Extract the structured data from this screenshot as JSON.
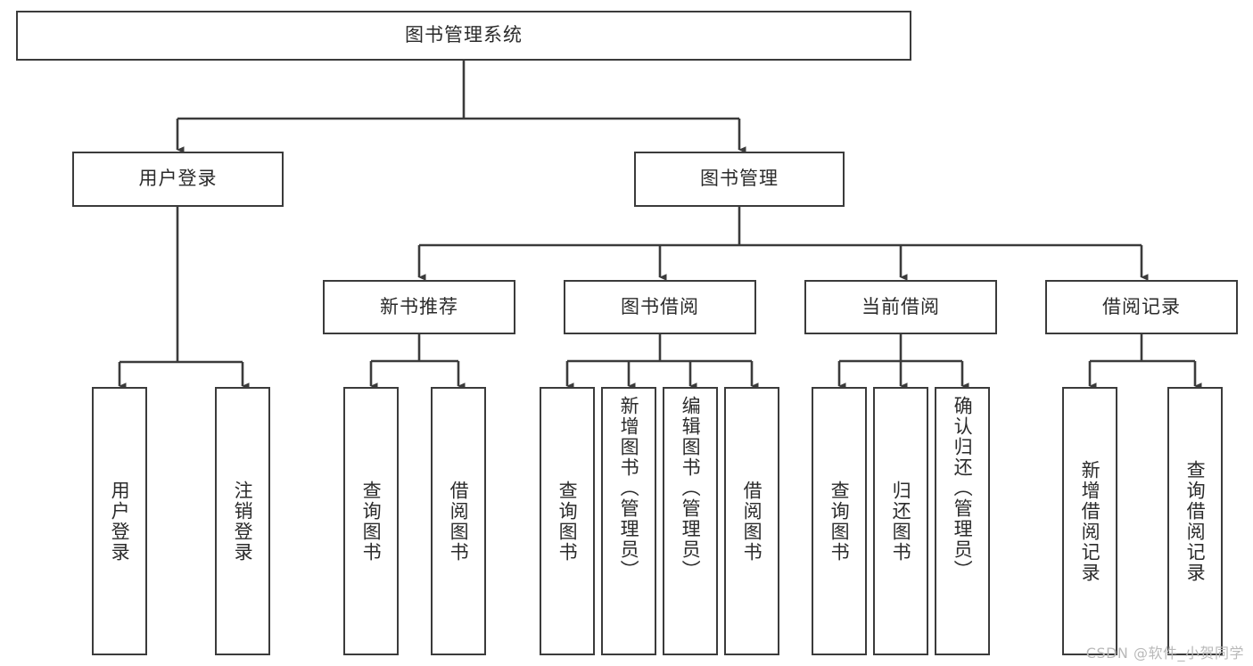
{
  "diagram": {
    "type": "tree-hierarchy",
    "title": "图书管理系统",
    "watermark": "CSDN @软件_小贺同学",
    "colors": {
      "box_border": "#3b3b3b",
      "box_fill": "#ffffff",
      "connector": "#3b3b3b",
      "text": "#2b2b2b",
      "watermark": "#b9b9b9",
      "background": "#ffffff"
    },
    "root": {
      "label": "图书管理系统"
    },
    "level2": [
      {
        "label": "用户登录"
      },
      {
        "label": "图书管理"
      }
    ],
    "level3": [
      {
        "label": "新书推荐"
      },
      {
        "label": "图书借阅"
      },
      {
        "label": "当前借阅"
      },
      {
        "label": "借阅记录"
      }
    ],
    "leaves": {
      "user_login": [
        {
          "label": "用户登录"
        },
        {
          "label": "注销登录"
        }
      ],
      "new_book_recommend": [
        {
          "label": "查询图书"
        },
        {
          "label": "借阅图书"
        }
      ],
      "book_borrow": [
        {
          "label": "查询图书"
        },
        {
          "label": "新增图书（管理员）"
        },
        {
          "label": "编辑图书（管理员）"
        },
        {
          "label": "借阅图书"
        }
      ],
      "current_borrow": [
        {
          "label": "查询图书"
        },
        {
          "label": "归还图书"
        },
        {
          "label": "确认归还（管理员）"
        }
      ],
      "borrow_record": [
        {
          "label": "新增借阅记录"
        },
        {
          "label": "查询借阅记录"
        }
      ]
    }
  }
}
